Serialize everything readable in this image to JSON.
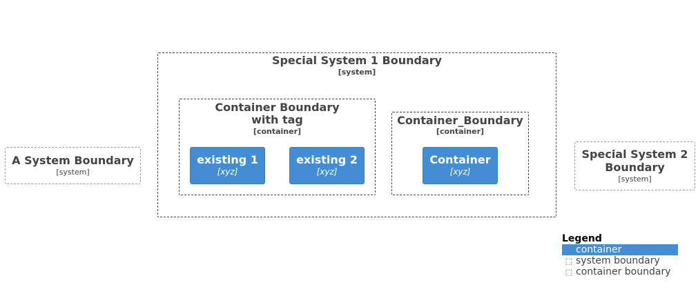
{
  "boundaries": {
    "a_system": {
      "title": "A System Boundary",
      "type": "[system]"
    },
    "special_1": {
      "title": "Special System 1 Boundary",
      "type": "[system]"
    },
    "container_tag": {
      "title_line1": "Container Boundary",
      "title_line2": "with tag",
      "type": "[container]"
    },
    "container_boundary": {
      "title": "Container_Boundary",
      "type": "[container]"
    },
    "special_2": {
      "title_line1": "Special System 2",
      "title_line2": "Boundary",
      "type": "[system]"
    }
  },
  "containers": {
    "existing_1": {
      "name": "existing 1",
      "tech": "[xyz]"
    },
    "existing_2": {
      "name": "existing 2",
      "tech": "[xyz]"
    },
    "container": {
      "name": "Container",
      "tech": "[xyz]"
    }
  },
  "legend": {
    "title": "Legend",
    "items": [
      {
        "label": "container",
        "color": "#438DD5",
        "symbol": ""
      },
      {
        "label": "system boundary",
        "symbol": "⬚"
      },
      {
        "label": "container boundary",
        "symbol": "⬚"
      }
    ]
  }
}
